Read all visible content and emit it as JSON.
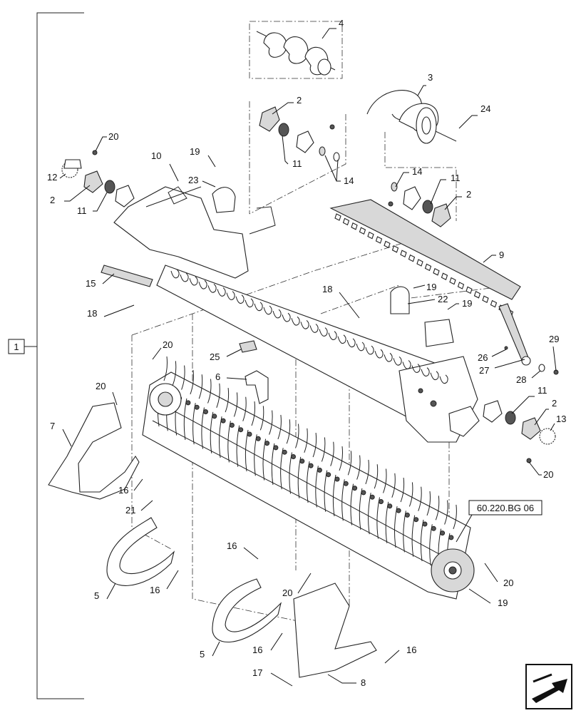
{
  "group_label": "1",
  "reference_label": "60.220.BG 06",
  "callouts": {
    "c2a": "2",
    "c2b": "2",
    "c2c": "2",
    "c2d": "2",
    "c3": "3",
    "c4": "4",
    "c5a": "5",
    "c5b": "5",
    "c6": "6",
    "c7": "7",
    "c8": "8",
    "c9": "9",
    "c10": "10",
    "c11a": "11",
    "c11b": "11",
    "c11c": "11",
    "c11d": "11",
    "c12": "12",
    "c13": "13",
    "c14a": "14",
    "c14b": "14",
    "c15": "15",
    "c16a": "16",
    "c16b": "16",
    "c16c": "16",
    "c16d": "16",
    "c16e": "16",
    "c17": "17",
    "c18a": "18",
    "c18b": "18",
    "c19a": "19",
    "c19b": "19",
    "c19c": "19",
    "c19d": "19",
    "c20a": "20",
    "c20b": "20",
    "c20c": "20",
    "c20d": "20",
    "c20e": "20",
    "c20f": "20",
    "c21": "21",
    "c22": "22",
    "c23": "23",
    "c24": "24",
    "c25": "25",
    "c26": "26",
    "c27": "27",
    "c28": "28",
    "c29": "29"
  },
  "icons": {
    "nav": "next-page-arrow-icon"
  }
}
